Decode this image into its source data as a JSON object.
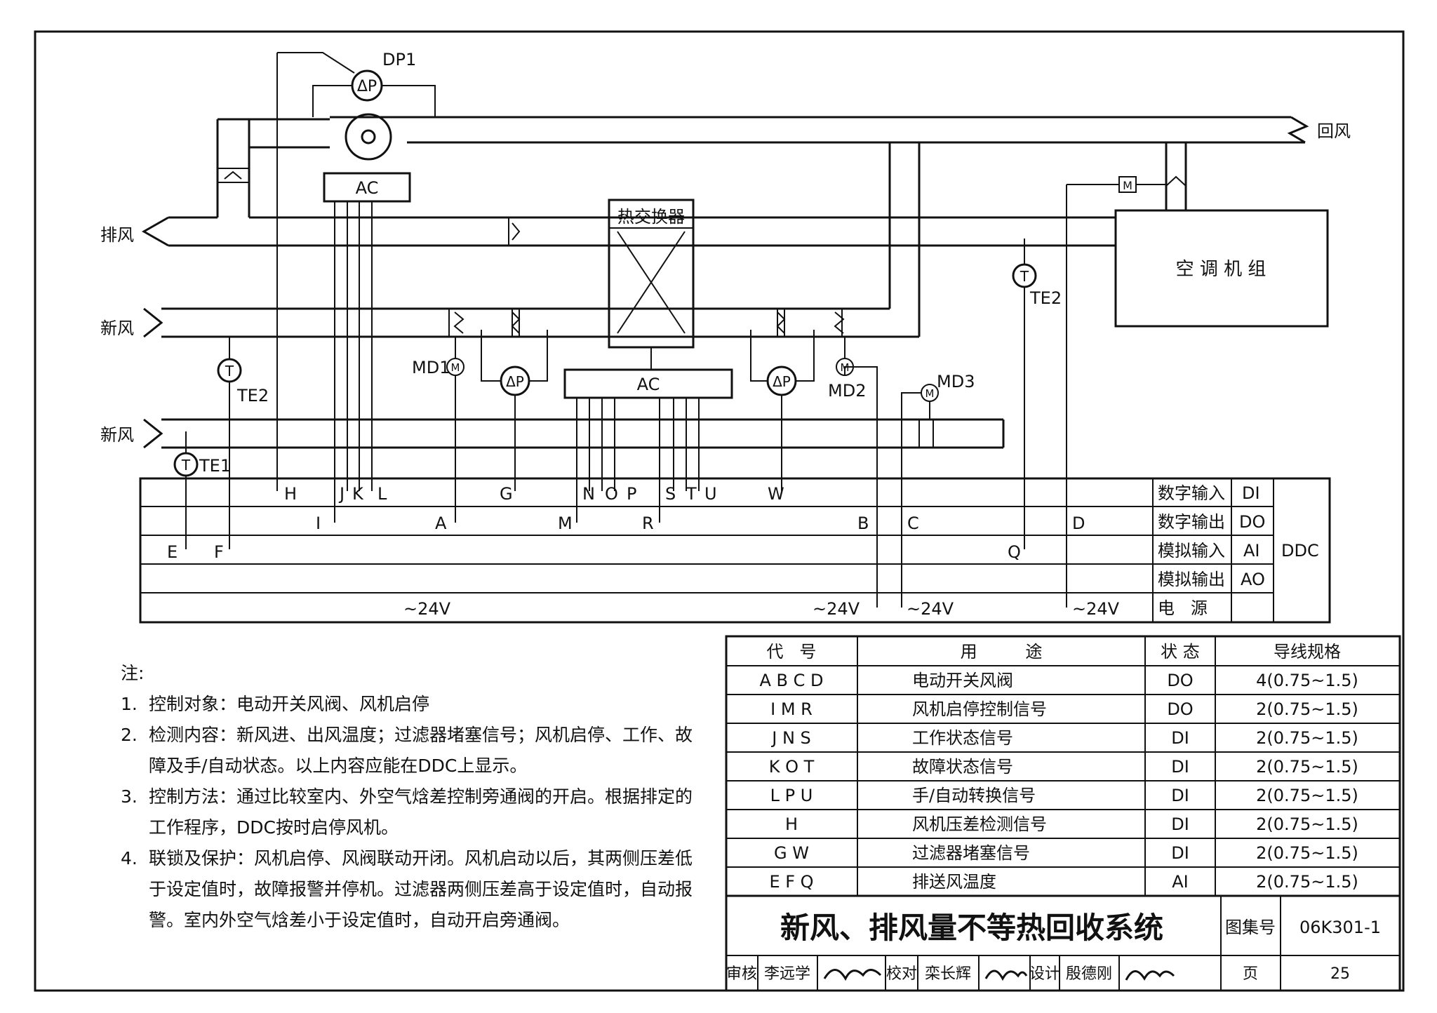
{
  "diagram": {
    "labels": {
      "dp1": "DP1",
      "return_air": "回风",
      "exhaust_air": "排风",
      "fresh_air_1": "新风",
      "fresh_air_2": "新风",
      "heat_exchanger": "热交换器",
      "ac_top": "AC",
      "ac_mid": "AC",
      "ahu": "空 调 机 组",
      "md1": "MD1",
      "md2": "MD2",
      "md3": "MD3",
      "te2_left": "TE2",
      "te2_right": "TE2",
      "te1": "TE1",
      "dp_symbol": "ΔP",
      "t_symbol": "T",
      "m_symbol": "M"
    },
    "terminals_row1": [
      "H",
      "J",
      "K",
      "L",
      "G",
      "N",
      "O",
      "P",
      "S",
      "T",
      "U",
      "W"
    ],
    "terminals_row2": [
      "I",
      "A",
      "M",
      "R",
      "B",
      "C",
      "D"
    ],
    "terminals_row3": [
      "E",
      "F",
      "Q"
    ],
    "voltages": [
      "~24V",
      "~24V",
      "~24V",
      "~24V"
    ],
    "ddc_rows": [
      {
        "name": "数字输入",
        "code": "DI"
      },
      {
        "name": "数字输出",
        "code": "DO"
      },
      {
        "name": "模拟输入",
        "code": "AI"
      },
      {
        "name": "模拟输出",
        "code": "AO"
      },
      {
        "name": "电   源",
        "code": ""
      }
    ],
    "ddc_label": "DDC"
  },
  "spec_table": {
    "headers": [
      "代   号",
      "用         途",
      "状 态",
      "导线规格"
    ],
    "rows": [
      [
        "A B C D",
        "电动开关风阀",
        "DO",
        "4(0.75~1.5)"
      ],
      [
        "I M R",
        "风机启停控制信号",
        "DO",
        "2(0.75~1.5)"
      ],
      [
        "J N S",
        "工作状态信号",
        "DI",
        "2(0.75~1.5)"
      ],
      [
        "K O T",
        "故障状态信号",
        "DI",
        "2(0.75~1.5)"
      ],
      [
        "L P U",
        "手/自动转换信号",
        "DI",
        "2(0.75~1.5)"
      ],
      [
        "H",
        "风机压差检测信号",
        "DI",
        "2(0.75~1.5)"
      ],
      [
        "G W",
        "过滤器堵塞信号",
        "DI",
        "2(0.75~1.5)"
      ],
      [
        "E F Q",
        "排送风温度",
        "AI",
        "2(0.75~1.5)"
      ]
    ]
  },
  "title_block": {
    "title": "新风、排风量不等热回收系统",
    "atlas_label": "图集号",
    "atlas_no": "06K301-1",
    "review_label": "审核",
    "reviewer": "李远学",
    "check_label": "校对",
    "checker": "栾长辉",
    "design_label": "设计",
    "designer": "殷德刚",
    "page_label": "页",
    "page_no": "25"
  },
  "notes": {
    "heading": "注:",
    "items": [
      {
        "num": "1.",
        "text": "控制对象：电动开关风阀、风机启停"
      },
      {
        "num": "2.",
        "text": "检测内容：新风进、出风温度；过滤器堵塞信号；风机启停、工作、故障及手/自动状态。以上内容应能在DDC上显示。"
      },
      {
        "num": "3.",
        "text": "控制方法：通过比较室内、外空气焓差控制旁通阀的开启。根据排定的工作程序，DDC按时启停风机。"
      },
      {
        "num": "4.",
        "text": "联锁及保护：风机启停、风阀联动开闭。风机启动以后，其两侧压差低于设定值时，故障报警并停机。过滤器两侧压差高于设定值时，自动报警。室内外空气焓差小于设定值时，自动开启旁通阀。"
      }
    ]
  }
}
